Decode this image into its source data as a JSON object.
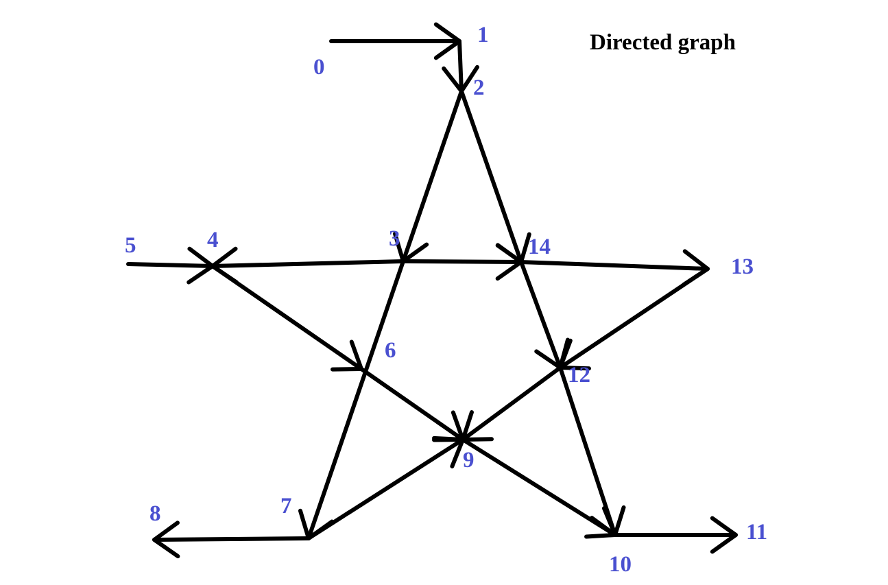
{
  "title": "Directed graph",
  "colors": {
    "edge": "#000000",
    "label": "#4a50d0",
    "background": "#ffffff"
  },
  "nodes": [
    {
      "id": "0",
      "label": "0"
    },
    {
      "id": "1",
      "label": "1"
    },
    {
      "id": "2",
      "label": "2"
    },
    {
      "id": "3",
      "label": "3"
    },
    {
      "id": "4",
      "label": "4"
    },
    {
      "id": "5",
      "label": "5"
    },
    {
      "id": "6",
      "label": "6"
    },
    {
      "id": "7",
      "label": "7"
    },
    {
      "id": "8",
      "label": "8"
    },
    {
      "id": "9",
      "label": "9"
    },
    {
      "id": "10",
      "label": "10"
    },
    {
      "id": "11",
      "label": "11"
    },
    {
      "id": "12",
      "label": "12"
    },
    {
      "id": "13",
      "label": "13"
    },
    {
      "id": "14",
      "label": "14"
    }
  ],
  "edges": [
    {
      "from": "0",
      "to": "1"
    },
    {
      "from": "1",
      "to": "2"
    },
    {
      "from": "2",
      "to": "3"
    },
    {
      "from": "2",
      "to": "14"
    },
    {
      "from": "3",
      "to": "4"
    },
    {
      "from": "3",
      "to": "14"
    },
    {
      "from": "3",
      "to": "7"
    },
    {
      "from": "5",
      "to": "4"
    },
    {
      "from": "4",
      "to": "6"
    },
    {
      "from": "6",
      "to": "9"
    },
    {
      "from": "9",
      "to": "10"
    },
    {
      "from": "7",
      "to": "8"
    },
    {
      "from": "7",
      "to": "9"
    },
    {
      "from": "14",
      "to": "13"
    },
    {
      "from": "14",
      "to": "12"
    },
    {
      "from": "13",
      "to": "12"
    },
    {
      "from": "12",
      "to": "9"
    },
    {
      "from": "12",
      "to": "10"
    },
    {
      "from": "10",
      "to": "11"
    }
  ]
}
